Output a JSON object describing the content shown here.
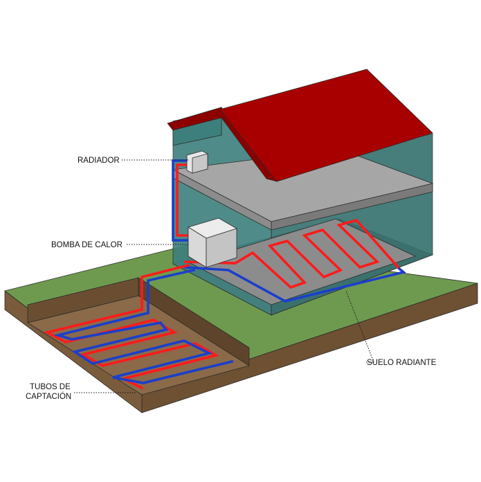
{
  "labels": {
    "radiador": "RADIADOR",
    "bomba": "BOMBA DE CALOR",
    "suelo": "SUELO RADIANTE",
    "tubos_line1": "TUBOS DE",
    "tubos_line2": "CAPTACIÓN"
  },
  "colors": {
    "grass": "#6e9a4f",
    "soil_front": "#7a5c3d",
    "soil_side": "#6e5033",
    "pit_floor": "#8a6a49",
    "wall": "#3d7f7c",
    "wall_dark": "#346f6c",
    "roof": "#a80000",
    "roof_dark": "#8c0000",
    "floor": "#8c8c8c",
    "slab": "#a6a6a6",
    "pipe_hot": "#ff1a1a",
    "pipe_cold": "#1a3fcc",
    "unit": "#d9d9d9"
  }
}
